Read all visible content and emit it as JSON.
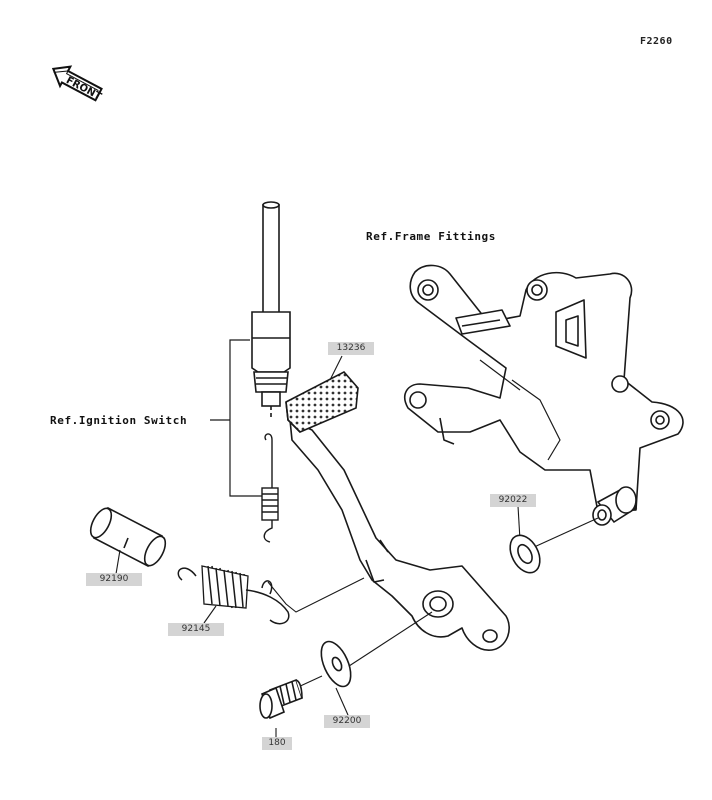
{
  "figure_code": "F2260",
  "front_badge": "FRONT",
  "references": {
    "frame": "Ref.Frame Fittings",
    "ignition": "Ref.Ignition Switch"
  },
  "parts": {
    "pedal": "13236",
    "washer": "92022",
    "collar": "92190",
    "spring": "92145",
    "washer_large": "92200",
    "bolt": "180"
  },
  "colors": {
    "line": "#1a1a1a",
    "label_bg": "#d4d4d4"
  }
}
